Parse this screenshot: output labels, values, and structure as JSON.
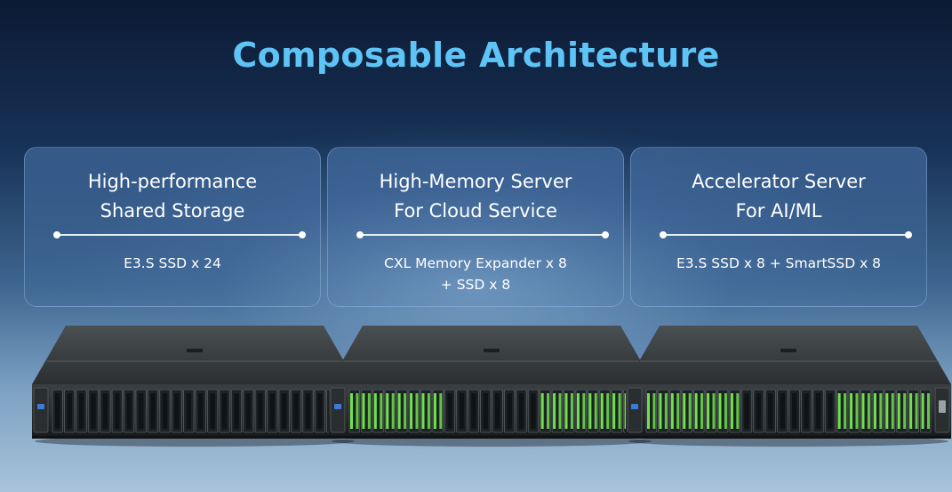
{
  "title": "Composable Architecture",
  "cards": [
    {
      "title_lines": [
        "High-performance",
        "Shared Storage"
      ],
      "desc_lines": [
        "E3.S SSD x 24"
      ]
    },
    {
      "title_lines": [
        "High-Memory Server",
        "For Cloud Service"
      ],
      "desc_lines": [
        "CXL Memory Expander x 8",
        "+ SSD x 8"
      ]
    },
    {
      "title_lines": [
        "Accelerator Server",
        "For AI/ML"
      ],
      "desc_lines": [
        "E3.S SSD x 8 + SmartSSD x 8"
      ]
    }
  ],
  "servers": [
    {
      "bay_count": 24,
      "green_bays": []
    },
    {
      "bay_count": 24,
      "green_bays": [
        0,
        1,
        2,
        3,
        4,
        5,
        6,
        7,
        16,
        17,
        18,
        19,
        20,
        21,
        22,
        23
      ]
    },
    {
      "bay_count": 24,
      "green_bays": [
        0,
        1,
        2,
        3,
        4,
        5,
        6,
        7,
        16,
        17,
        18,
        19,
        20,
        21,
        22,
        23
      ]
    }
  ],
  "colors": {
    "title": "#5ec4f5",
    "bay_green": "#6fe24a",
    "bay_dark": "#1d2226"
  }
}
